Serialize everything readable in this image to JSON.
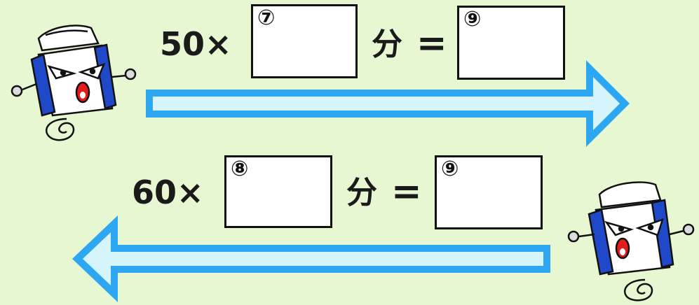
{
  "row1": {
    "multiplier_text": "50×",
    "box_a_marker": "⑦",
    "unit_text": "分",
    "equals_text": "=",
    "box_b_marker": "⑨"
  },
  "row2": {
    "multiplier_text": "60×",
    "box_a_marker": "⑧",
    "unit_text": "分",
    "equals_text": "=",
    "box_b_marker": "⑨"
  },
  "colors": {
    "background": "#e6f7d2",
    "arrow_outer": "#2ea7f2",
    "arrow_inner": "#d6f4fb",
    "character_blue": "#1f49c9",
    "character_mouth": "#e31b1b"
  },
  "arrows": [
    {
      "direction": "right"
    },
    {
      "direction": "left"
    }
  ],
  "characters": [
    {
      "name": "cartoon character top-left"
    },
    {
      "name": "cartoon character bottom-right"
    }
  ]
}
